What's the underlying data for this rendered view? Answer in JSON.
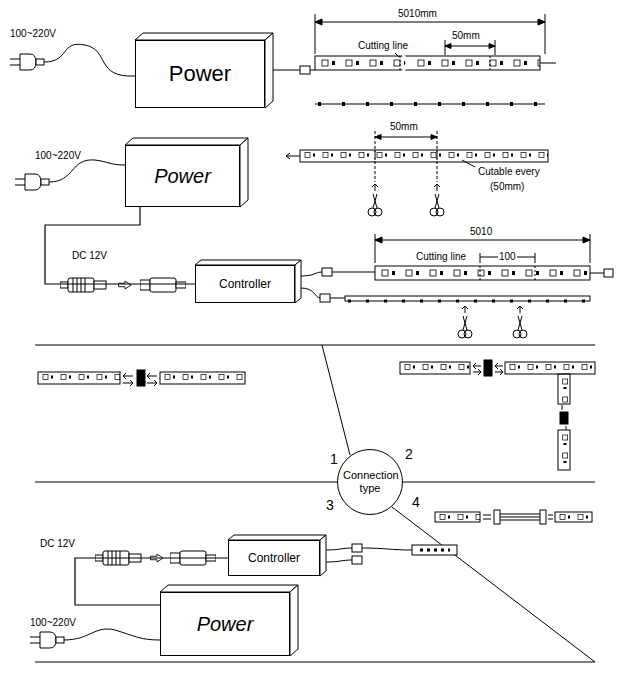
{
  "diagram": {
    "nodes": [
      {
        "text": [
          "Power"
        ]
      },
      {
        "text": [
          "Power"
        ]
      },
      {
        "text": [
          "Controller"
        ]
      },
      {
        "text": [
          "Connection type"
        ]
      },
      {
        "text": [
          "Controller"
        ]
      },
      {
        "text": [
          "Power"
        ]
      }
    ],
    "edges": [
      {
        "from": 1,
        "to": 2,
        "arrow": "none"
      },
      {
        "from": 5,
        "to": 4,
        "arrow": "none"
      }
    ],
    "labels": [
      "100~220V",
      "5010mm",
      "50mm",
      "Cutting line",
      "100~220V",
      "50mm",
      "Cutable every",
      "(50mm)",
      "DC 12V",
      "5010",
      "Cutting line",
      "100",
      "1",
      "2",
      "3",
      "4",
      "DC 12V",
      "100~220V"
    ]
  }
}
